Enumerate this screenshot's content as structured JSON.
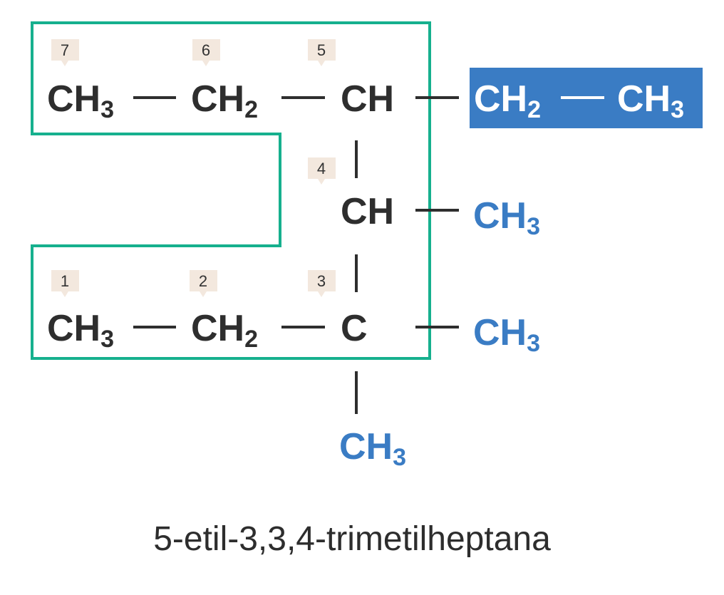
{
  "colors": {
    "main_chain": "#2e2e2e",
    "substituent": "#3a7cc4",
    "highlight_bg": "#3a7cc4",
    "highlight_text": "#ffffff",
    "outline": "#16b08e",
    "number_badge": "#f3e8de"
  },
  "atom_numbers": {
    "n1": "1",
    "n2": "2",
    "n3": "3",
    "n4": "4",
    "n5": "5",
    "n6": "6",
    "n7": "7"
  },
  "main_chain": {
    "c7": {
      "base": "CH",
      "sub": "3"
    },
    "c6": {
      "base": "CH",
      "sub": "2"
    },
    "c5": {
      "base": "CH",
      "sub": ""
    },
    "c4": {
      "base": "CH",
      "sub": ""
    },
    "c1": {
      "base": "CH",
      "sub": "3"
    },
    "c2": {
      "base": "CH",
      "sub": "2"
    },
    "c3": {
      "base": "C",
      "sub": ""
    }
  },
  "substituents": {
    "ethyl_ch2": {
      "base": "CH",
      "sub": "2"
    },
    "ethyl_ch3": {
      "base": "CH",
      "sub": "3"
    },
    "methyl_c4": {
      "base": "CH",
      "sub": "3"
    },
    "methyl_c3_right": {
      "base": "CH",
      "sub": "3"
    },
    "methyl_c3_bottom": {
      "base": "CH",
      "sub": "3"
    }
  },
  "compound_name": "5-etil-3,3,4-trimetilheptana"
}
